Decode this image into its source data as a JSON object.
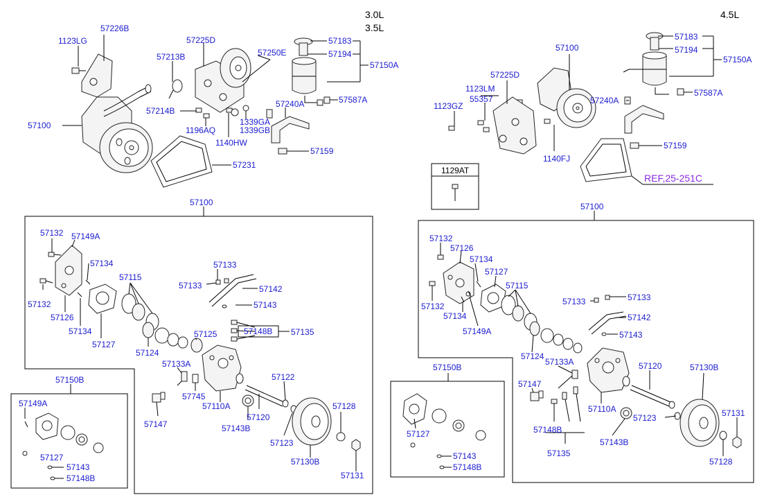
{
  "headers": {
    "left_engine_line1": "3.0L",
    "left_engine_line2": "3.5L",
    "right_engine": "4.5L"
  },
  "left_top_labels": {
    "l1123LG": "1123LG",
    "l57226B": "57226B",
    "l57225D": "57225D",
    "l57213B": "57213B",
    "l57250E": "57250E",
    "l57183": "57183",
    "l57194": "57194",
    "l57150A": "57150A",
    "l57100": "57100",
    "l57214B": "57214B",
    "l57240A": "57240A",
    "l57587A": "57587A",
    "l1196AQ": "1196AQ",
    "l1339GA": "1339GA",
    "l1339GB": "1339GB",
    "l1140HW": "1140HW",
    "l57159": "57159",
    "l57231": "57231"
  },
  "right_top_labels": {
    "r57183": "57183",
    "r57194": "57194",
    "r57150A": "57150A",
    "r57100": "57100",
    "r57225D": "57225D",
    "r1123LM": "1123LM",
    "r55357": "55357",
    "r1123GZ": "1123GZ",
    "r57240A": "57240A",
    "r57587A": "57587A",
    "r1140FJ": "1140FJ",
    "r57159": "57159",
    "r1129AT": "1129AT",
    "r_ref": "REF,25-251C"
  },
  "left_detail_labels": {
    "title": "57100",
    "d57132a": "57132",
    "d57149A": "57149A",
    "d57134a": "57134",
    "d57132b": "57132",
    "d57126": "57126",
    "d57134b": "57134",
    "d57127": "57127",
    "d57115": "57115",
    "d57124": "57124",
    "d57133a": "57133",
    "d57133b": "57133",
    "d57142": "57142",
    "d57143": "57143",
    "d57148B": "57148B",
    "d57135": "57135",
    "d57125": "57125",
    "d57133A": "57133A",
    "d57745": "57745",
    "d57147": "57147",
    "d57110A": "57110A",
    "d57143B": "57143B",
    "d57120": "57120",
    "d57122": "57122",
    "d57123": "57123",
    "d57130B": "57130B",
    "d57128": "57128",
    "d57131": "57131"
  },
  "left_kit_labels": {
    "title": "57150B",
    "k57149A": "57149A",
    "k57127": "57127",
    "k57143": "57143",
    "k57148B": "57148B"
  },
  "right_detail_labels": {
    "title": "57100",
    "e57132a": "57132",
    "e57126": "57126",
    "e57134a": "57134",
    "e57127": "57127",
    "e57132b": "57132",
    "e57115": "57115",
    "e57134b": "57134",
    "e57149A": "57149A",
    "e57133a": "57133",
    "e57133b": "57133",
    "e57142": "57142",
    "e57143": "57143",
    "e57124": "57124",
    "e57133A": "57133A",
    "e57147": "57147",
    "e57120": "57120",
    "e57130B": "57130B",
    "e57110A": "57110A",
    "e57123": "57123",
    "e57131": "57131",
    "e57148B": "57148B",
    "e57143B": "57143B",
    "e57128": "57128",
    "e57135": "57135"
  },
  "right_kit_labels": {
    "title": "57150B",
    "m57127": "57127",
    "m57143": "57143",
    "m57148B": "57148B"
  }
}
